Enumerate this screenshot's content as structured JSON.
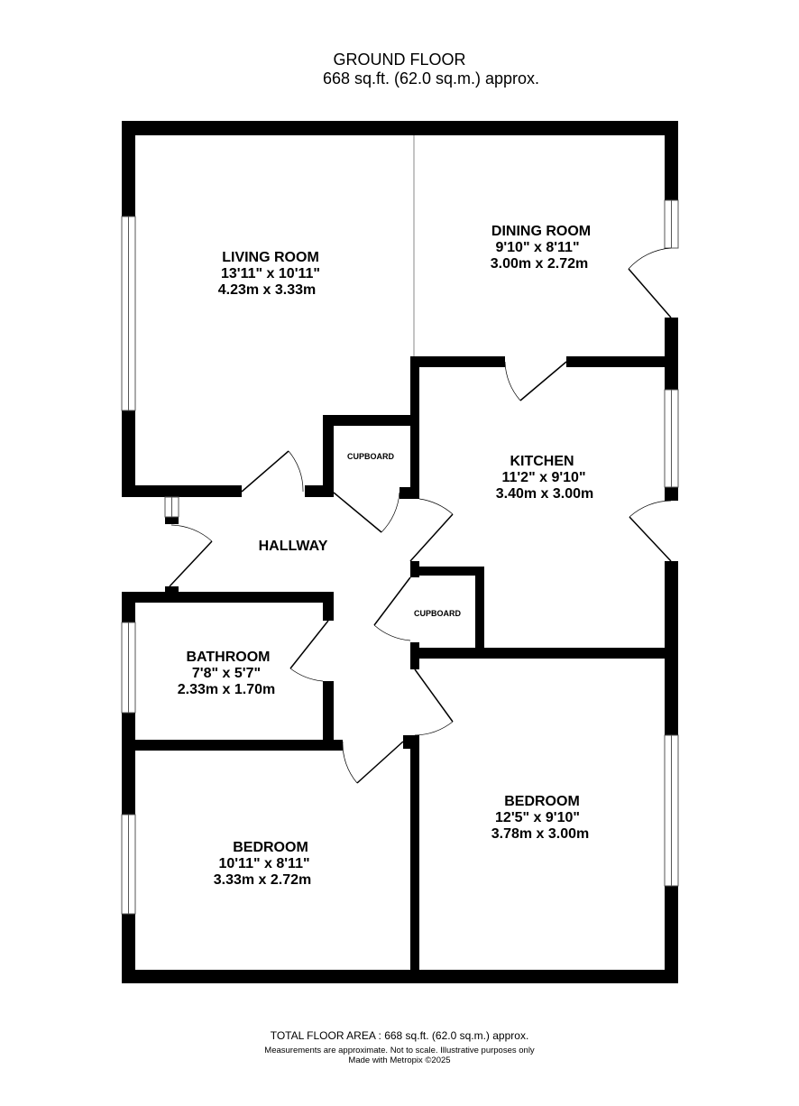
{
  "header": {
    "floor": "GROUND FLOOR",
    "area": "668 sq.ft. (62.0 sq.m.) approx."
  },
  "rooms": [
    {
      "name": "LIVING ROOM",
      "imperial": "13'11\"  x 10'11\"",
      "metric": "4.23m  x 3.33m"
    },
    {
      "name": "DINING ROOM",
      "imperial": "9'10\"  x 8'11\"",
      "metric": "3.00m  x 2.72m"
    },
    {
      "name": "KITCHEN",
      "imperial": "11'2\"  x 9'10\"",
      "metric": "3.40m  x 3.00m"
    },
    {
      "name": "HALLWAY"
    },
    {
      "name": "BATHROOM",
      "imperial": "7'8\"  x 5'7\"",
      "metric": "2.33m  x 1.70m"
    },
    {
      "name": "BEDROOM",
      "imperial": "10'11\"  x 8'11\"",
      "metric": "3.33m  x 2.72m"
    },
    {
      "name": "BEDROOM",
      "imperial": "12'5\"  x 9'10\"",
      "metric": "3.78m  x 3.00m"
    }
  ],
  "cupboards": [
    "CUPBOARD",
    "CUPBOARD"
  ],
  "footer": {
    "total": "TOTAL FLOOR AREA : 668 sq.ft. (62.0 sq.m.) approx.",
    "disclaimer": "Measurements are approximate.  Not to scale.  Illustrative purposes only",
    "credit": "Made with Metropix ©2025"
  }
}
